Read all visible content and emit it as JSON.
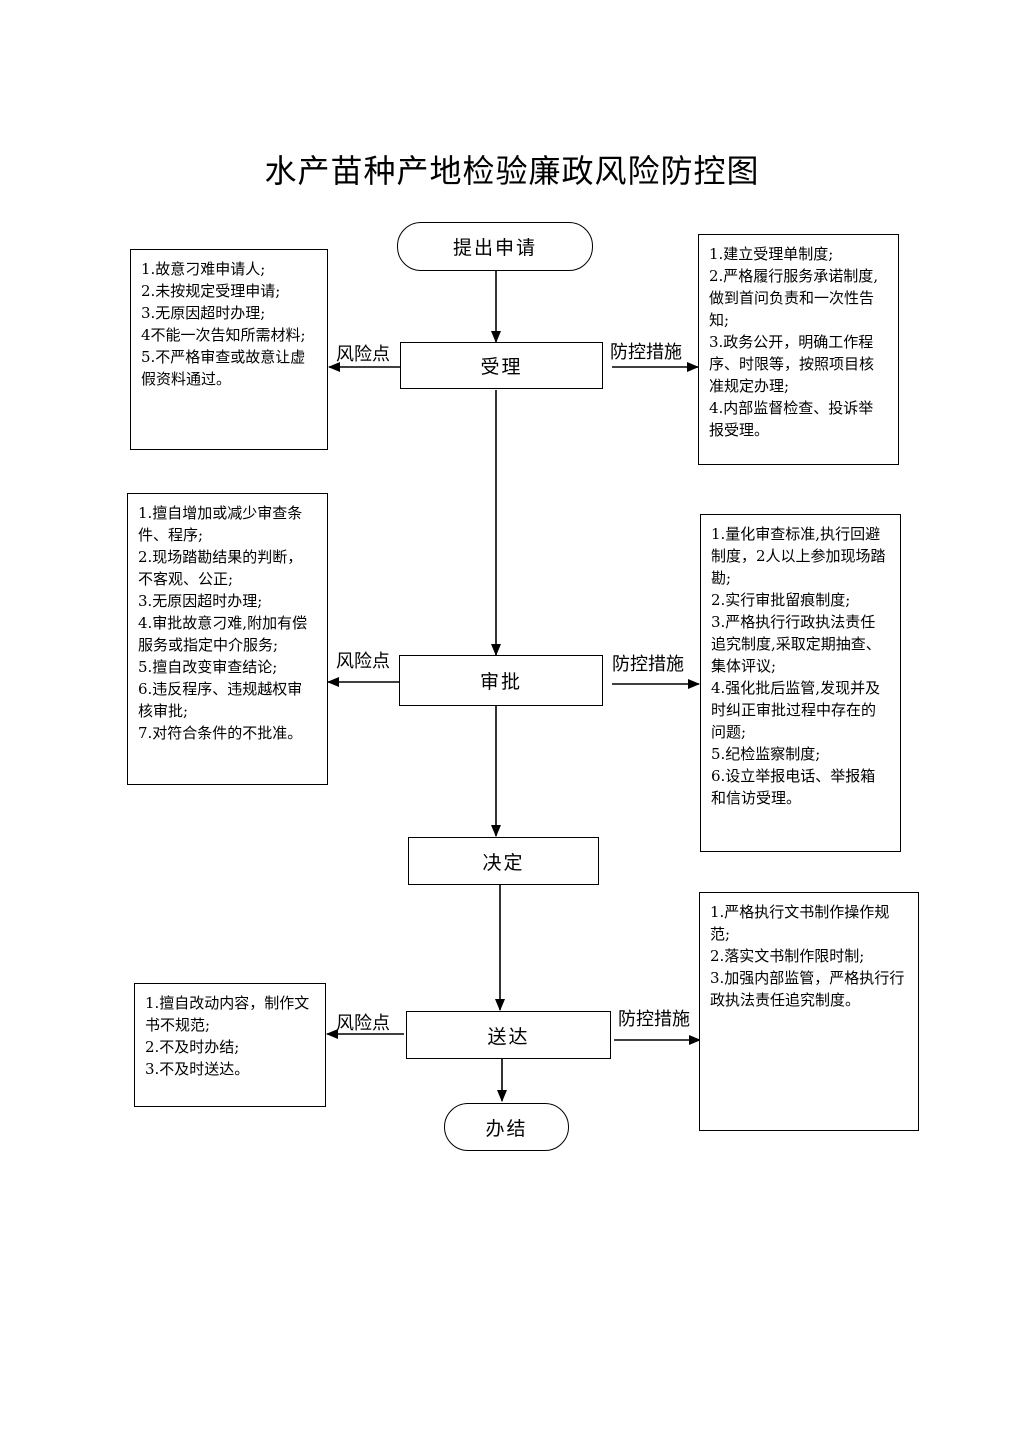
{
  "title": "水产苗种产地检验廉政风险防控图",
  "nodes": {
    "apply": "提出申请",
    "accept": "受理",
    "approve": "审批",
    "decide": "决定",
    "deliver": "送达",
    "finish": "办结"
  },
  "labels": {
    "risk": "风险点",
    "control": "防控措施"
  },
  "risks": {
    "accept": [
      "1.故意刁难申请人;",
      "2.未按规定受理申请;",
      "3.无原因超时办理;",
      "4不能一次告知所需材料;",
      "5.不严格审查或故意让虚假资料通过。"
    ],
    "approve": [
      "1.擅自增加或减少审查条件、程序;",
      "2.现场踏勘结果的判断，不客观、公正;",
      "3.无原因超时办理;",
      "4.审批故意刁难,附加有偿服务或指定中介服务;",
      "5.擅自改变审查结论;",
      "6.违反程序、违规越权审核审批;",
      "7.对符合条件的不批准。"
    ],
    "deliver": [
      "1.擅自改动内容，制作文书不规范;",
      "2.不及时办结;",
      "3.不及时送达。"
    ]
  },
  "controls": {
    "accept": [
      "1.建立受理单制度;",
      "2.严格履行服务承诺制度,做到首问负责和一次性告知;",
      "3.政务公开，明确工作程序、时限等，按照项目核准规定办理;",
      "4.内部监督检查、投诉举报受理。"
    ],
    "approve": [
      "1.量化审查标准,执行回避制度，2人以上参加现场踏勘;",
      "2.实行审批留痕制度;",
      "3.严格执行行政执法责任追究制度,采取定期抽查、集体评议;",
      "4.强化批后监管,发现并及时纠正审批过程中存在的问题;",
      "5.纪检监察制度;",
      "6.设立举报电话、举报箱和信访受理。"
    ],
    "deliver": [
      "1.严格执行文书制作操作规范;",
      "2.落实文书制作限时制;",
      "3.加强内部监管，严格执行行政执法责任追究制度。"
    ]
  }
}
